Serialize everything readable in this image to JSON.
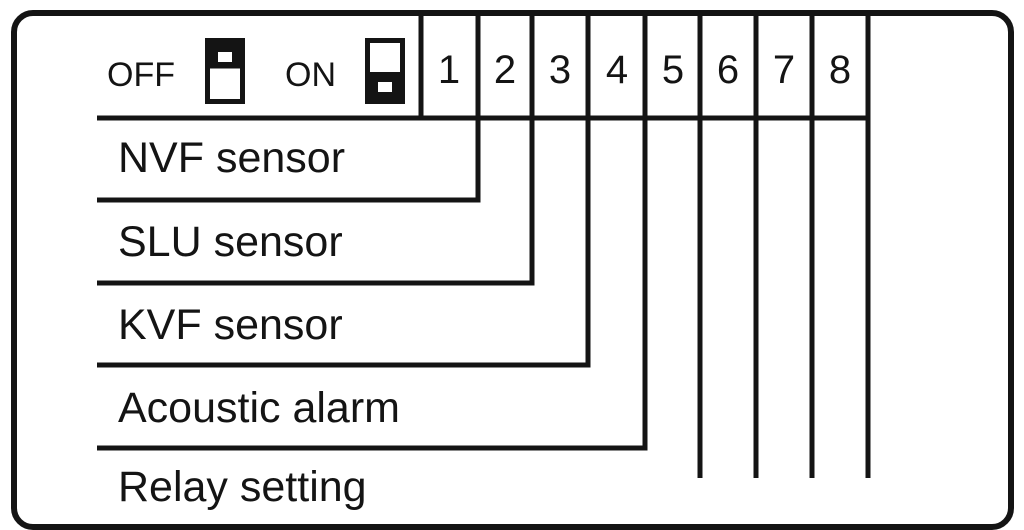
{
  "legend": {
    "off_label": "OFF",
    "on_label": "ON",
    "off_icon": "dip-switch-off-icon",
    "on_icon": "dip-switch-on-icon"
  },
  "switch_numbers": [
    "1",
    "2",
    "3",
    "4",
    "5",
    "6",
    "7",
    "8"
  ],
  "functions": [
    {
      "switch": "1",
      "label": "NVF sensor"
    },
    {
      "switch": "2",
      "label": "SLU sensor"
    },
    {
      "switch": "3",
      "label": "KVF sensor"
    },
    {
      "switch": "4",
      "label": "Acoustic alarm"
    },
    {
      "switch": "5",
      "label": "Relay setting"
    }
  ],
  "colors": {
    "line": "#141414",
    "background": "#ffffff"
  }
}
